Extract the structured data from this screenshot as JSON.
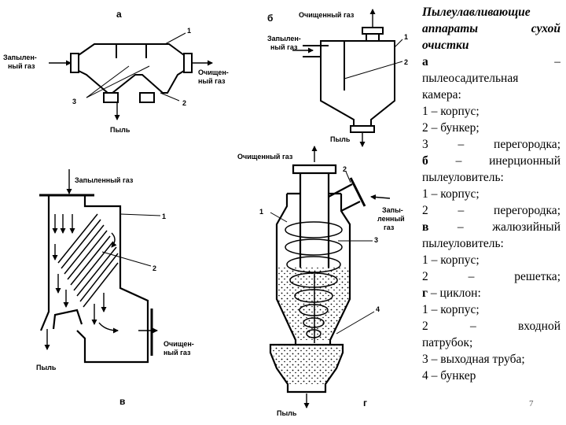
{
  "title_lines": [
    "Пылеулавливающие",
    "аппараты сухой",
    "очистки"
  ],
  "description_lines": [
    {
      "bold": "а",
      "rest": " –",
      "align": "justify"
    },
    {
      "bold": "",
      "rest": "пылеосадительная",
      "align": "left"
    },
    {
      "bold": "",
      "rest": "камера:",
      "align": "left"
    },
    {
      "bold": "",
      "rest": "1 – корпус;",
      "align": "left"
    },
    {
      "bold": "",
      "rest": "2 – бункер;",
      "align": "left"
    },
    {
      "bold": "",
      "rest": "3 – перегородка;",
      "align": "justify"
    },
    {
      "bold": "б",
      "rest": " – инерционный",
      "align": "justify"
    },
    {
      "bold": "",
      "rest": "пылеуловитель:",
      "align": "left"
    },
    {
      "bold": "",
      "rest": "1 – корпус;",
      "align": "left"
    },
    {
      "bold": "",
      "rest": "2 – перегородка;",
      "align": "justify"
    },
    {
      "bold": "в",
      "rest": " – жалюзийный",
      "align": "justify"
    },
    {
      "bold": "",
      "rest": "пылеуловитель:",
      "align": "left"
    },
    {
      "bold": "",
      "rest": "1 – корпус;",
      "align": "left"
    },
    {
      "bold": "",
      "rest": "2 – решетка;",
      "align": "justify"
    },
    {
      "bold": "г",
      "rest": " – циклон:",
      "align": "left"
    },
    {
      "bold": "",
      "rest": "1 – корпус;",
      "align": "left"
    },
    {
      "bold": "",
      "rest": "2 – входной",
      "align": "justify"
    },
    {
      "bold": "",
      "rest": "патрубок;",
      "align": "left"
    },
    {
      "bold": "",
      "rest": "3 – выходная труба;",
      "align": "left"
    },
    {
      "bold": "",
      "rest": "4 – бункер",
      "align": "left"
    }
  ],
  "page_number": "7",
  "diagram_labels": {
    "panel_a": "а",
    "panel_b": "б",
    "panel_v": "в",
    "panel_g": "г",
    "a_dusty_gas_1": "Запылен-",
    "a_dusty_gas_2": "ный газ",
    "a_clean_gas_1": "Очищен-",
    "a_clean_gas_2": "ный газ",
    "a_dust": "Пыль",
    "a_n1": "1",
    "a_n2": "2",
    "a_n3": "3",
    "b_clean_gas": "Очищенный газ",
    "b_dusty_gas_1": "Запылен-",
    "b_dusty_gas_2": "ный газ",
    "b_dust": "Пыль",
    "b_n1": "1",
    "b_n2": "2",
    "v_dusty_gas": "Запыленный газ",
    "v_clean_gas_1": "Очищен-",
    "v_clean_gas_2": "ный газ",
    "v_dust": "Пыль",
    "v_n1": "1",
    "v_n2": "2",
    "g_clean_gas": "Очищенный газ",
    "g_dusty_gas_1": "Запы-",
    "g_dusty_gas_2": "ленный",
    "g_dusty_gas_3": "газ",
    "g_dust": "Пыль",
    "g_n1": "1",
    "g_n2": "2",
    "g_n3": "3",
    "g_n4": "4"
  }
}
